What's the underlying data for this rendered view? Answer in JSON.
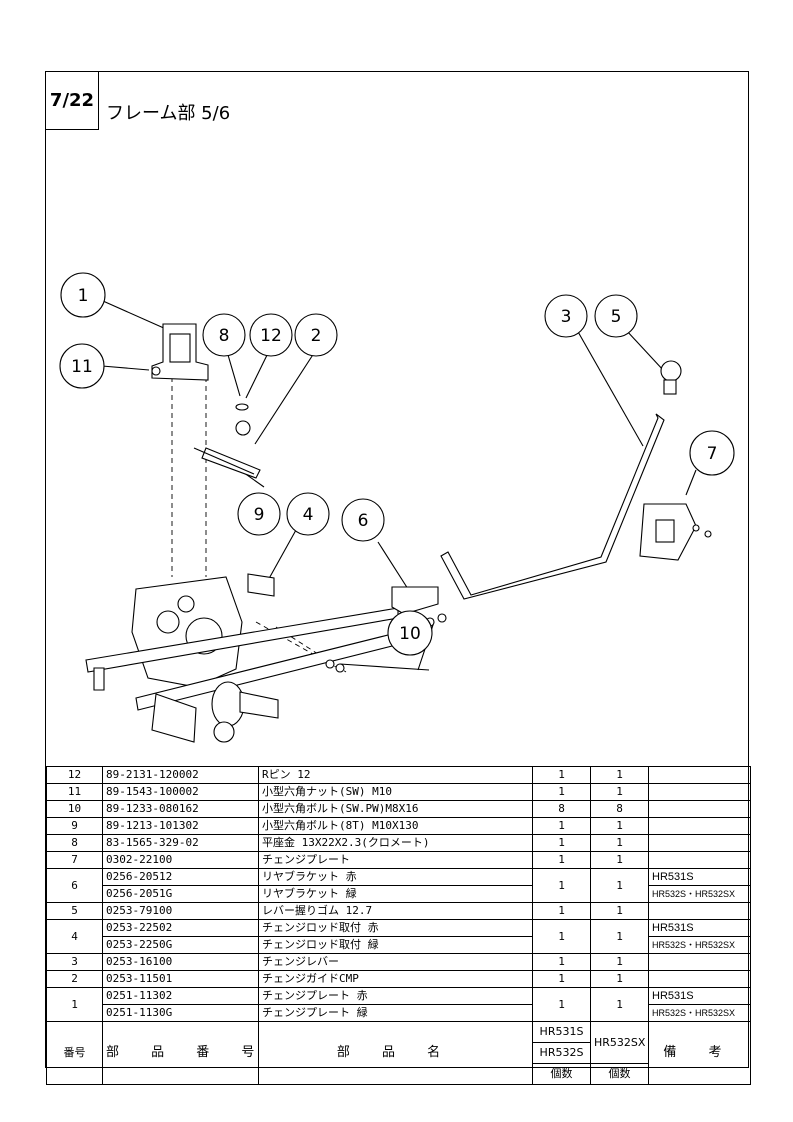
{
  "page": {
    "number": "7/22",
    "title": "フレーム部 5/6"
  },
  "callouts": [
    "1",
    "2",
    "3",
    "4",
    "5",
    "6",
    "7",
    "8",
    "9",
    "10",
    "11",
    "12"
  ],
  "parts": [
    {
      "no": "12",
      "entries": [
        {
          "part_no": "89-2131-120002",
          "name": "Rピン 12"
        }
      ],
      "hr531s": "1",
      "hr532sx": "1",
      "notes": []
    },
    {
      "no": "11",
      "entries": [
        {
          "part_no": "89-1543-100002",
          "name": "小型六角ナット(SW) M10"
        }
      ],
      "hr531s": "1",
      "hr532sx": "1",
      "notes": []
    },
    {
      "no": "10",
      "entries": [
        {
          "part_no": "89-1233-080162",
          "name": "小型六角ボルト(SW.PW)M8X16"
        }
      ],
      "hr531s": "8",
      "hr532sx": "8",
      "notes": []
    },
    {
      "no": "9",
      "entries": [
        {
          "part_no": "89-1213-101302",
          "name": "小型六角ボルト(8T) M10X130"
        }
      ],
      "hr531s": "1",
      "hr532sx": "1",
      "notes": []
    },
    {
      "no": "8",
      "entries": [
        {
          "part_no": "83-1565-329-02",
          "name": "平座金 13X22X2.3(クロメート)"
        }
      ],
      "hr531s": "1",
      "hr532sx": "1",
      "notes": []
    },
    {
      "no": "7",
      "entries": [
        {
          "part_no": "0302-22100",
          "name": "チェンジプレート"
        }
      ],
      "hr531s": "1",
      "hr532sx": "1",
      "notes": []
    },
    {
      "no": "6",
      "entries": [
        {
          "part_no": "0256-20512",
          "name": "リヤブラケット 赤"
        },
        {
          "part_no": "0256-2051G",
          "name": "リヤブラケット 緑"
        }
      ],
      "hr531s": "1",
      "hr532sx": "1",
      "notes": [
        "HR531S",
        "HR532S・HR532SX"
      ]
    },
    {
      "no": "5",
      "entries": [
        {
          "part_no": "0253-79100",
          "name": "レバー握りゴム 12.7"
        }
      ],
      "hr531s": "1",
      "hr532sx": "1",
      "notes": []
    },
    {
      "no": "4",
      "entries": [
        {
          "part_no": "0253-22502",
          "name": "チェンジロッド取付 赤"
        },
        {
          "part_no": "0253-2250G",
          "name": "チェンジロッド取付 緑"
        }
      ],
      "hr531s": "1",
      "hr532sx": "1",
      "notes": [
        "HR531S",
        "HR532S・HR532SX"
      ]
    },
    {
      "no": "3",
      "entries": [
        {
          "part_no": "0253-16100",
          "name": "チェンジレバー"
        }
      ],
      "hr531s": "1",
      "hr532sx": "1",
      "notes": []
    },
    {
      "no": "2",
      "entries": [
        {
          "part_no": "0253-11501",
          "name": "チェンジガイドCMP"
        }
      ],
      "hr531s": "1",
      "hr532sx": "1",
      "notes": []
    },
    {
      "no": "1",
      "entries": [
        {
          "part_no": "0251-11302",
          "name": "チェンジプレート 赤"
        },
        {
          "part_no": "0251-1130G",
          "name": "チェンジプレート 緑"
        }
      ],
      "hr531s": "1",
      "hr532sx": "1",
      "notes": [
        "HR531S",
        "HR532S・HR532SX"
      ]
    }
  ],
  "header": {
    "no": "番号",
    "part_no": "部 品 番 号",
    "name": "部 品 名",
    "hr531s_1": "HR531S",
    "hr531s_2": "HR532S",
    "hr532sx": "HR532SX",
    "notes": "備 考",
    "qty1": "個数",
    "qty2": "個数"
  }
}
